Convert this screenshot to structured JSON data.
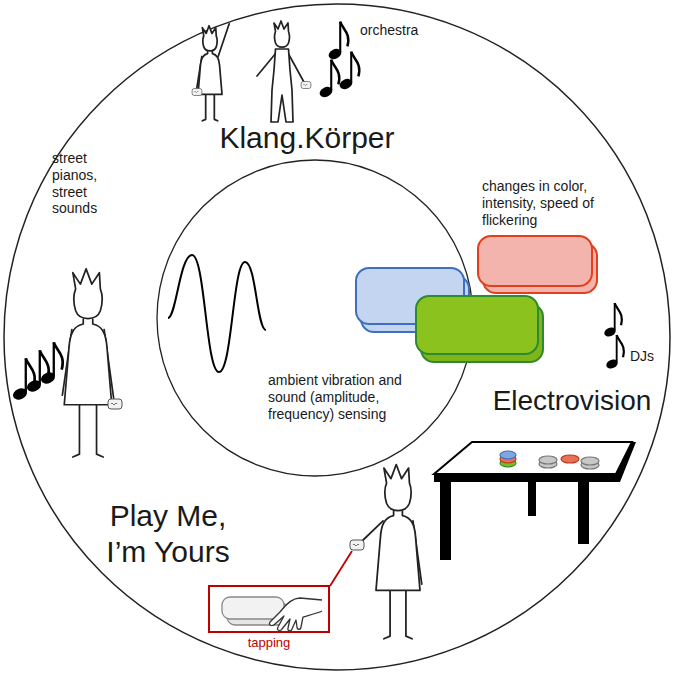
{
  "diagram": {
    "nodes": [
      {
        "text": [
          "tapping"
        ]
      }
    ],
    "labels": [
      "orchestra",
      "Klang.Körper",
      "street pianos, street sounds",
      "changes in color, intensity, speed of flickering",
      "ambient vibration and sound (amplitude, frequency) sensing",
      "DJs",
      "Electrovision",
      "Play Me, I’m Yours"
    ]
  }
}
